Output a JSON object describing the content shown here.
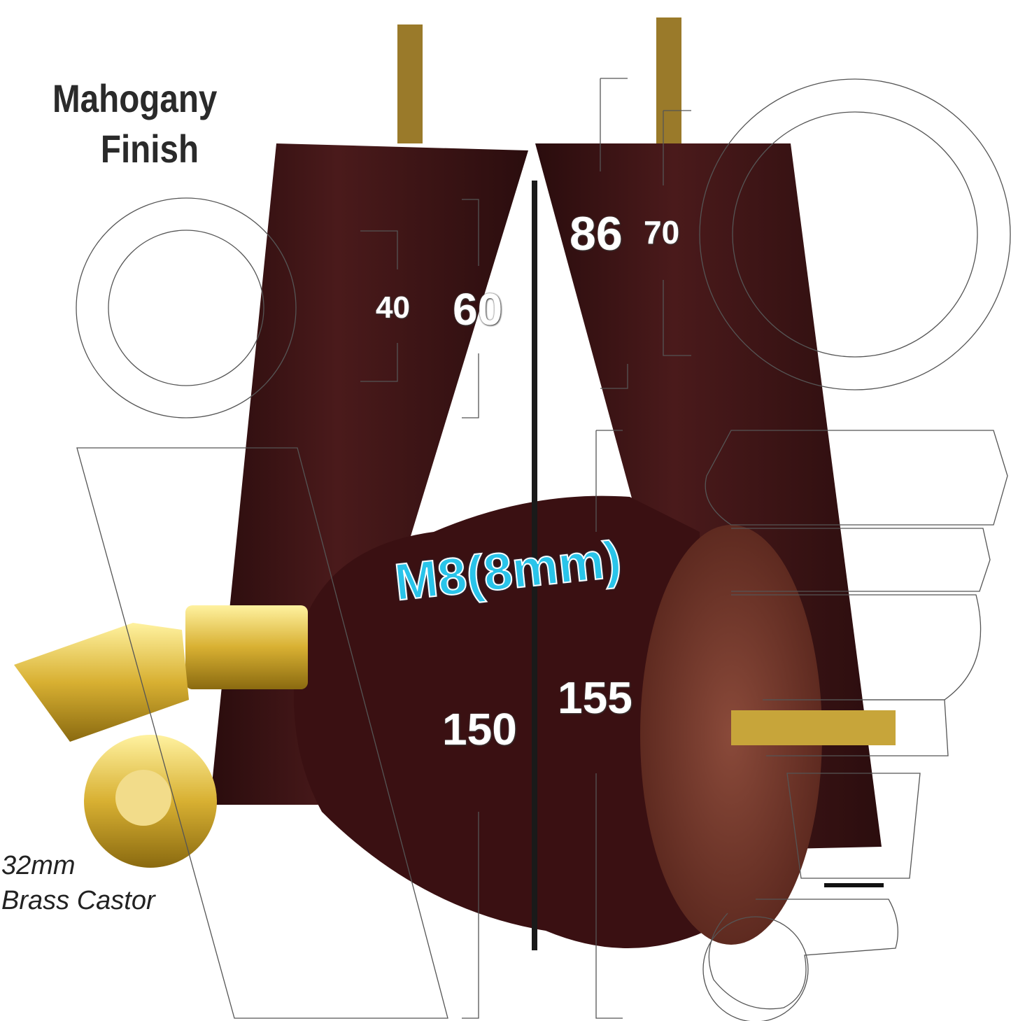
{
  "title": {
    "line1": "Mahogany",
    "line2": "Finish"
  },
  "dimensions": {
    "small_tapered_diameter": "40",
    "small_tapered_top": "60",
    "large_tapered_top": "86",
    "large_tapered_bottom": "70",
    "thread": "M8(8mm)",
    "bun_height": "150",
    "tapered_height": "155"
  },
  "castor": {
    "line1": "32mm",
    "line2": "Brass Castor"
  },
  "colors": {
    "wood": "#3e1416",
    "brass": "#d8b032",
    "accent": "#29c4ea"
  }
}
